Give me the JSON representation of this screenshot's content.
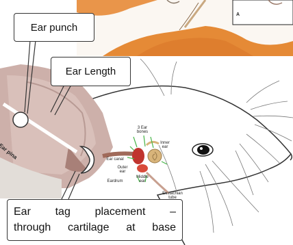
{
  "callouts": {
    "ear_punch": "Ear punch",
    "ear_length": "Ear Length",
    "tag_line1": "Ear   tag   placement   –",
    "tag_line2": "through cartilage at base"
  },
  "anatomy_labels": {
    "panel_letter": "A",
    "ear_pina": "Ear pina",
    "ear_bones": "3 Ear bones",
    "inner_ear": "Inner ear",
    "ear_canal": "Ear canal",
    "outer_ear": "Outer ear",
    "eardrum": "Eardrum",
    "middle_ear": "Middle ear",
    "eustachian_tube": "Eustachian tube"
  },
  "colors": {
    "fur_orange": "#e58a36",
    "ear_pink": "#cdb0aa",
    "cochlea": "#d8b47a",
    "ossicles": "#c0342e",
    "nerve_green": "#49b64a"
  }
}
